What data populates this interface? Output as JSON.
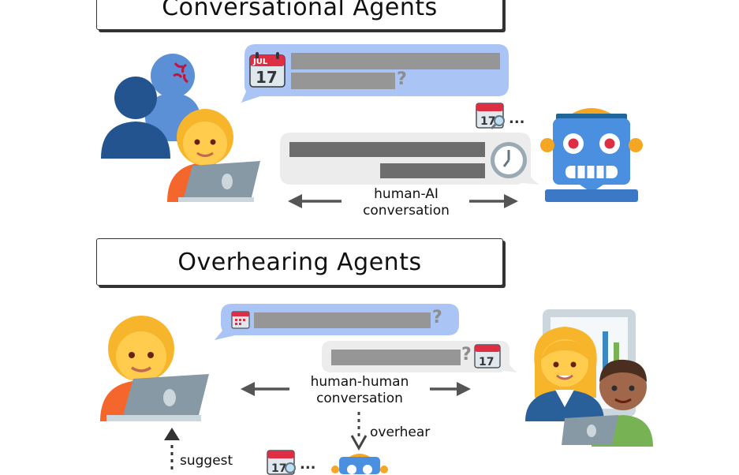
{
  "sections": {
    "conversational": {
      "title": "Conversational Agents"
    },
    "overhearing": {
      "title": "Overhearing Agents"
    }
  },
  "labels": {
    "human_ai_line1": "human-AI",
    "human_ai_line2": "conversation",
    "human_human_line1": "human-human",
    "human_human_line2": "conversation",
    "overhear": "overhear",
    "suggest": "suggest",
    "question_mark": "?",
    "ellipsis": "...",
    "calendar_month": "JUL",
    "calendar_day": "17"
  },
  "colors": {
    "user_bubble": "#a9c4f5",
    "agent_bubble": "#ececec",
    "redacted_dark": "#6d6d6d",
    "redacted_light": "#969696",
    "robot_blue": "#4a8fe0",
    "robot_orange": "#f5a623",
    "arrow": "#555555"
  }
}
